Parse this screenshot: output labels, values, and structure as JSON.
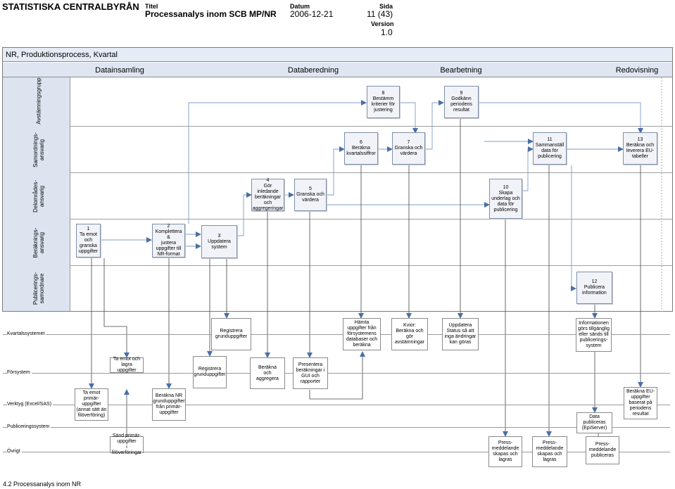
{
  "header": {
    "doc_title": "STATISTISKA CENTRALBYRÅN",
    "titel_label": "Titel",
    "titel_value": "Processanalys inom SCB MP/NR",
    "datum_label": "Datum",
    "datum_value": "2006-12-21",
    "sida_label": "Sida",
    "sida_value": "11 (43)",
    "version_label": "Version",
    "version_value": "1.0"
  },
  "diagram": {
    "title": "NR, Produktionsprocess, Kvartal",
    "phases": [
      "Datainsamling",
      "Databeredning",
      "Bearbetning",
      "Redovisning"
    ],
    "lanes": [
      "Avstämningsgrupp",
      "Samordnings-\nansvarig",
      "Delområdes-\nansvarig",
      "Beräknings-\nansvarig",
      "Publicerings-\nsamordnare"
    ],
    "steps": {
      "s1": "1\nTa emot och\ngranska\nuppgifter",
      "s2": "2\nKomplettera &\njustera\nuppgifter till\nNR-format",
      "s3": "3\nUppdatera\nsystem",
      "s4": "4\nGör inledande\nberäkningar\noch\naggregeringar",
      "s5": "5\nGranska och\nvärdera",
      "s6": "6\nBeräkna\nkvartalssiffror",
      "s7": "7\nGranska och\nvärdera",
      "s8": "8\nBestämm\nkriterier för\njustering",
      "s9": "9\nGodkänn\nperiodens\nresultat",
      "s10": "10\nSkapa\nunderlag och\ndata för\npublicering",
      "s11": "11\nSammanställ\ndata för\npublicering",
      "s12": "12\nPublicera\ninformation",
      "s13": "13\nBeräkna och\nleverera EU-\ntabeller"
    },
    "systems": [
      "Kvartalssystemet",
      "Försystem",
      "Verktyg (Excel/SAS)",
      "Publiceringssystem",
      "Övrigt"
    ],
    "sysboxes": {
      "k1": "Registrera\ngrunduppgifter",
      "k2": "Hämta\nuppgifter från\nförsystemens\ndatabaser och\nberäkna",
      "k3": "Kvior:\nBeräkna och\ngör\navstämningar",
      "k4": "Uppdatera\nStatus så att\ninga ändringar\nkan göras",
      "k5": "Informationen\ngörs tillgänglig\neller sänds till\npublicerings-\nsystem",
      "f1": "Ta emot och\nlagra uppgifter",
      "f2": "Registrera\ngrunduppgifter",
      "f3": "Beräkna\noch\naggregera",
      "f4": "Presentera\nberäkningar i\nGUI och\nrapporter",
      "v1": "Ta emot\nprimär-\nuppgifter\n(annat sätt än\nfilöverföring)",
      "v2": "Beräkna NR\ngrunduppgifter\nfrån primär-\nuppgifter",
      "v3": "Beräkna EU-\nuppgifter\nbaserat på\nperiodens\nresultat",
      "p1": "Data\npubliceras\n(EpiServer)",
      "o1": "Sänd primär-\nuppgifter\ni filöverföringar",
      "o2": "Press-\nmeddelande\nskapas och\nlagras",
      "o3": "Press-\nmeddelande\nskapas och\nlagras",
      "o4": "Press-\nmeddelande\npubliceras"
    }
  },
  "footer": "4.2 Processanalys inom NR"
}
